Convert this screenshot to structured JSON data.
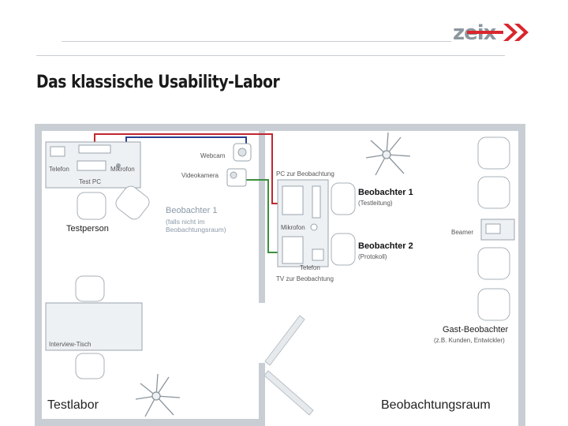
{
  "slide": {
    "title": "Das klassische Usability-Labor",
    "logo_text": "zeix"
  },
  "colors": {
    "accent": "#d9262e",
    "wall": "#c8ced4",
    "furniture_fill": "#eef1f4",
    "furniture_stroke": "#9aa4ad",
    "cable_red": "#c0282e",
    "cable_blue": "#2a3f8f",
    "cable_green": "#3d8f3d"
  },
  "rooms": {
    "left": "Testlabor",
    "right": "Beobachtungsraum"
  },
  "labels": {
    "telefon_left": "Telefon",
    "mikrofon_left": "Mikrofon",
    "test_pc": "Test PC",
    "testperson": "Testperson",
    "beobachter1_gray": "Beobachter 1",
    "beobachter1_gray_note1": "(falls nicht im",
    "beobachter1_gray_note2": "Beobachtungsraum)",
    "webcam": "Webcam",
    "videokamera": "Videokamera",
    "pc_beobachtung": "PC zur Beobachtung",
    "beobachter1": "Beobachter 1",
    "beobachter1_note": "(Testleitung)",
    "mikrofon_right": "Mikrofon",
    "beobachter2": "Beobachter 2",
    "beobachter2_note": "(Protokoll)",
    "telefon_right": "Telefon",
    "tv_beobachtung": "TV zur Beobachtung",
    "beamer": "Beamer",
    "gast_beobachter": "Gast-Beobachter",
    "gast_note": "(z.B. Kunden, Entwickler)",
    "interview_tisch": "Interview-Tisch"
  },
  "icons": [
    "logo-arrow-icon",
    "plant-icon",
    "webcam-icon",
    "videocamera-icon",
    "chair-icon",
    "phone-icon",
    "keyboard-icon",
    "monitor-icon",
    "microphone-icon",
    "beamer-icon"
  ]
}
